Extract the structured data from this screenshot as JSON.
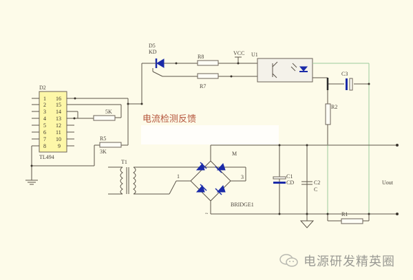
{
  "diagram": {
    "title": "电流检测反馈",
    "watermark": "电源研发精英圈",
    "colors": {
      "background": "#fdfbe9",
      "wire": "#5a5348",
      "output_wire": "#9ccb9c",
      "diode": "#1a2aa8",
      "ic_fill": "#fdf7a8",
      "title": "#b5553c",
      "watermark": "#9a9a94"
    },
    "components": {
      "ic": {
        "ref": "D2",
        "part": "TL494",
        "left_pins": [
          "1",
          "2",
          "3",
          "4",
          "5",
          "6",
          "7",
          "8"
        ],
        "right_pins": [
          "16",
          "15",
          "14",
          "13",
          "12",
          "11",
          "10",
          "9"
        ]
      },
      "r_5k": {
        "value": "5K"
      },
      "r5": {
        "ref": "R5",
        "value": "3K"
      },
      "d5": {
        "ref": "D5",
        "value": "KD"
      },
      "r8": {
        "ref": "R8"
      },
      "r7": {
        "ref": "R7"
      },
      "vcc": {
        "label": "VCC"
      },
      "u1": {
        "ref": "U1"
      },
      "c3": {
        "ref": "C3"
      },
      "r2": {
        "ref": "R2"
      },
      "t1": {
        "ref": "T1"
      },
      "bridge": {
        "ref": "BRIDGE1",
        "pin1": "1",
        "pin3": "3",
        "pin_pos": "M",
        "pin_neg": "~"
      },
      "c1": {
        "ref": "C1",
        "value": "CD"
      },
      "c2": {
        "ref": "C2",
        "value": "C"
      },
      "r1": {
        "ref": "R1"
      },
      "output": {
        "label": "Uout"
      }
    }
  }
}
